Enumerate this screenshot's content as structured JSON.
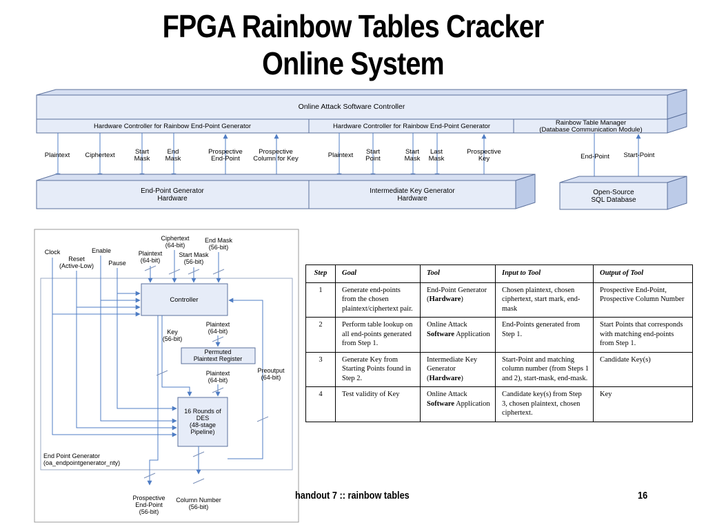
{
  "title": {
    "line1": "FPGA Rainbow Tables Cracker",
    "line2": "Online System"
  },
  "top_diagram": {
    "controller": "Online Attack Software Controller",
    "hw_controller_1": "Hardware Controller for Rainbow End-Point Generator",
    "hw_controller_2": "Hardware Controller for Rainbow End-Point Generator",
    "table_manager": [
      "Rainbow Table Manager",
      "(Database Communication Module)"
    ],
    "signals": {
      "plaintext_1": "Plaintext",
      "ciphertext": "Ciphertext",
      "start_mask_1": [
        "Start",
        "Mask"
      ],
      "end_mask": [
        "End",
        "Mask"
      ],
      "prospective_end_point": [
        "Prospective",
        "End-Point"
      ],
      "prospective_column": [
        "Prospective",
        "Column for Key"
      ],
      "plaintext_2": "Plaintext",
      "start_point_1": [
        "Start",
        "Point"
      ],
      "start_mask_2": [
        "Start",
        "Mask"
      ],
      "last_mask": [
        "Last",
        "Mask"
      ],
      "prospective_key": [
        "Prospective",
        "Key"
      ],
      "end_point": "End-Point",
      "start_point_2": "Start-Point"
    },
    "endpoint_hw": [
      "End-Point Generator",
      "Hardware"
    ],
    "intermediate_hw": [
      "Intermediate Key Generator",
      "Hardware"
    ],
    "database": [
      "Open-Source",
      "SQL Database"
    ]
  },
  "bottom_diagram": {
    "clock": "Clock",
    "reset": [
      "Reset",
      "(Active-Low)"
    ],
    "enable": "Enable",
    "pause": "Pause",
    "plaintext_in": [
      "Plaintext",
      "(64-bit)"
    ],
    "ciphertext_in": [
      "Ciphertext",
      "(64-bit)"
    ],
    "start_mask_in": [
      "Start Mask",
      "(56-bit)"
    ],
    "end_mask_in": [
      "End Mask",
      "(56-bit)"
    ],
    "controller": "Controller",
    "key": [
      "Key",
      "(56-bit)"
    ],
    "plaintext_mid": [
      "Plaintext",
      "(64-bit)"
    ],
    "permuted": [
      "Permuted",
      "Plaintext Register"
    ],
    "plaintext_low": [
      "Plaintext",
      "(64-bit)"
    ],
    "preoutput": [
      "Preoutput",
      "(64-bit)"
    ],
    "des": [
      "16 Rounds of",
      "DES",
      "(48-stage",
      "Pipeline)"
    ],
    "generator_name": [
      "End Point Generator",
      "(oa_endpointgenerator_nty)"
    ],
    "out_endpoint": [
      "Prospective",
      "End-Point",
      "(56-bit)"
    ],
    "out_column": [
      "Column Number",
      "(56-bit)"
    ]
  },
  "table": {
    "headers": [
      "Step",
      "Goal",
      "Tool",
      "Input to Tool",
      "Output of Tool"
    ],
    "rows": [
      {
        "step": "1",
        "goal": "Generate end-points from the chosen plaintext/ciphertext pair.",
        "tool_pre": "End-Point Generator (",
        "tool_bold": "Hardware",
        "tool_post": ")",
        "input": "Chosen plaintext, chosen ciphertext, start mark, end-mask",
        "output": "Prospective End-Point, Prospective Column Number"
      },
      {
        "step": "2",
        "goal": "Perform table lookup on all end-points generated from Step 1.",
        "tool_pre": "Online Attack ",
        "tool_bold": "Software",
        "tool_post": " Application",
        "input": "End-Points generated from Step 1.",
        "output": "Start Points that corresponds with matching end-points from Step 1."
      },
      {
        "step": "3",
        "goal": "Generate Key from Starting Points found in Step 2.",
        "tool_pre": "Intermediate Key Generator (",
        "tool_bold": "Hardware",
        "tool_post": ")",
        "input": "Start-Point and matching column number (from Steps 1 and 2), start-mask, end-mask.",
        "output": "Candidate Key(s)"
      },
      {
        "step": "4",
        "goal": "Test validity of Key",
        "tool_pre": "Online Attack ",
        "tool_bold": "Software",
        "tool_post": " Application",
        "input": "Candidate key(s) from Step 3, chosen plaintext, chosen ciphertext.",
        "output": "Key"
      }
    ]
  },
  "footer": {
    "handout": "handout 7 :: rainbow tables",
    "page": "16"
  },
  "colors": {
    "box_fill": "#e6ecf8",
    "box_side": "#bccbe8",
    "box_stroke": "#5a6f9b",
    "arrow": "#4f7dc4"
  }
}
